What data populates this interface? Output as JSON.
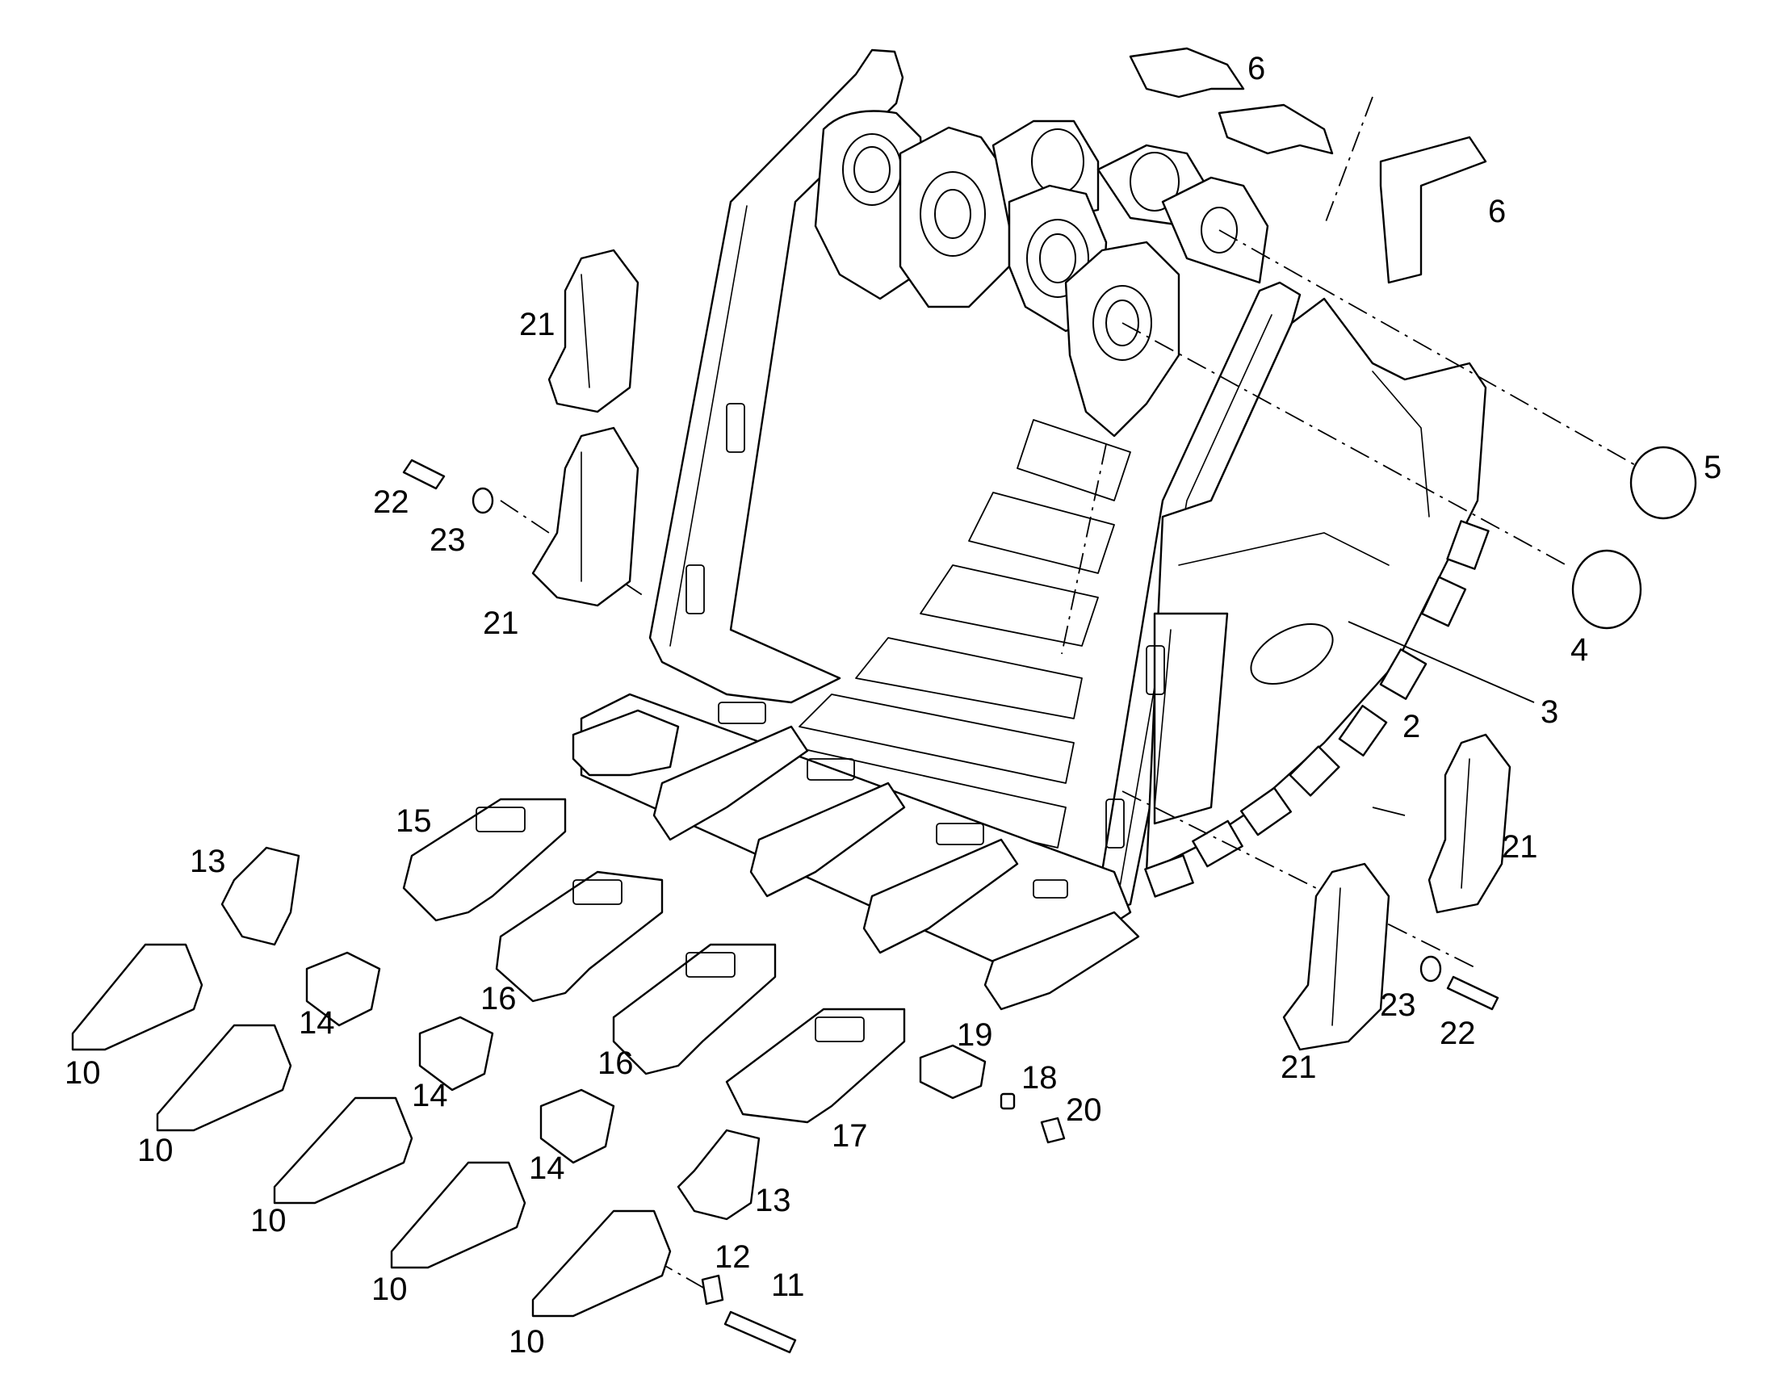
{
  "diagram": {
    "callouts": [
      {
        "id": "c6a",
        "label": "6"
      },
      {
        "id": "c6b",
        "label": "6"
      },
      {
        "id": "c5",
        "label": "5"
      },
      {
        "id": "c4",
        "label": "4"
      },
      {
        "id": "c3",
        "label": "3"
      },
      {
        "id": "c2",
        "label": "2"
      },
      {
        "id": "c21a",
        "label": "21"
      },
      {
        "id": "c21b",
        "label": "21"
      },
      {
        "id": "c21c",
        "label": "21"
      },
      {
        "id": "c21d",
        "label": "21"
      },
      {
        "id": "c22a",
        "label": "22"
      },
      {
        "id": "c23a",
        "label": "23"
      },
      {
        "id": "c22b",
        "label": "22"
      },
      {
        "id": "c23b",
        "label": "23"
      },
      {
        "id": "c15",
        "label": "15"
      },
      {
        "id": "c16a",
        "label": "16"
      },
      {
        "id": "c16b",
        "label": "16"
      },
      {
        "id": "c17",
        "label": "17"
      },
      {
        "id": "c13a",
        "label": "13"
      },
      {
        "id": "c13b",
        "label": "13"
      },
      {
        "id": "c14a",
        "label": "14"
      },
      {
        "id": "c14b",
        "label": "14"
      },
      {
        "id": "c14c",
        "label": "14"
      },
      {
        "id": "c10a",
        "label": "10"
      },
      {
        "id": "c10b",
        "label": "10"
      },
      {
        "id": "c10c",
        "label": "10"
      },
      {
        "id": "c10d",
        "label": "10"
      },
      {
        "id": "c10e",
        "label": "10"
      },
      {
        "id": "c11",
        "label": "11"
      },
      {
        "id": "c12",
        "label": "12"
      },
      {
        "id": "c18",
        "label": "18"
      },
      {
        "id": "c19",
        "label": "19"
      },
      {
        "id": "c20",
        "label": "20"
      }
    ]
  }
}
